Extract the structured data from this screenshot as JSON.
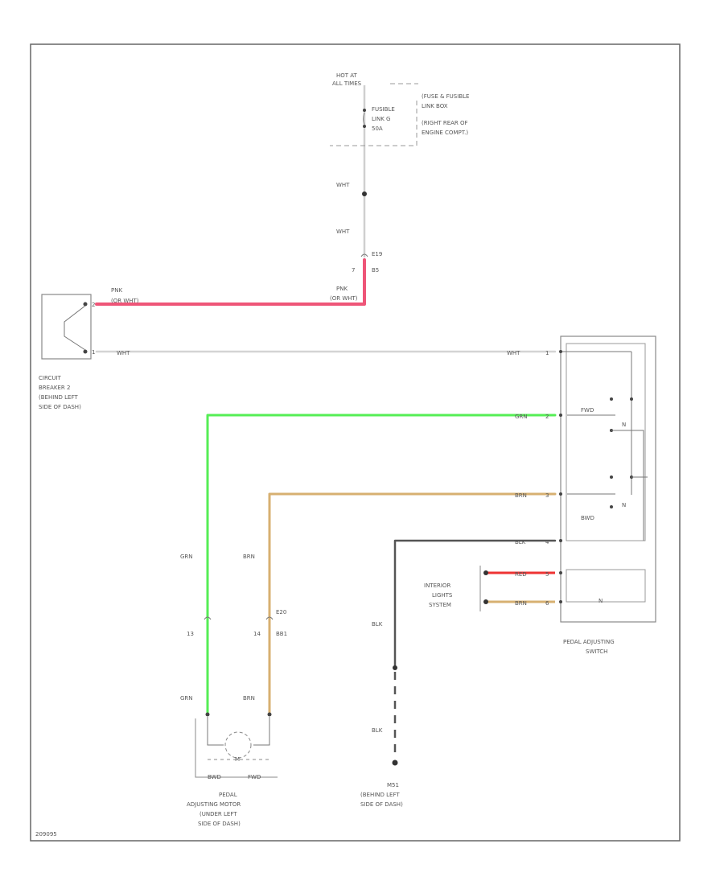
{
  "colors": {
    "pnk": "#ee5578",
    "wht": "#d4d4d4",
    "grn": "#55ee55",
    "brn": "#d7b071",
    "blk": "#555555",
    "red": "#ee3333",
    "frame": "#666666"
  },
  "top": {
    "hot_label_1": "HOT AT",
    "hot_label_2": "ALL TIMES",
    "fuse_name_1": "FUSIBLE",
    "fuse_name_2": "LINK G",
    "fuse_name_3": "50A",
    "fuse_box_1": "(FUSE & FUSIBLE",
    "fuse_box_2": "LINK BOX",
    "fuse_box_3": "(RIGHT REAR OF",
    "fuse_box_4": "ENGINE COMPT.)",
    "wire_1": "WHT",
    "wire_2": "WHT",
    "conn_id": "E19",
    "conn_pin_1": "7",
    "conn_pin_2": "B5"
  },
  "breaker": {
    "pin_top": "2",
    "pin_bottom": "1",
    "wire_top_1": "PNK",
    "wire_top_2": "(OR WHT)",
    "wire_right_1": "PNK",
    "wire_right_2": "(OR WHT)",
    "wire_bottom": "WHT",
    "label_1": "CIRCUIT",
    "label_2": "BREAKER 2",
    "label_3": "(BEHIND LEFT",
    "label_4": "SIDE OF DASH)"
  },
  "switch": {
    "wht": "WHT",
    "pin_wht": "1",
    "grn": "GRN",
    "pin_grn": "2",
    "brn": "BRN",
    "pin_brn": "3",
    "blk": "BLK",
    "pin_blk": "4",
    "red": "RED",
    "pin_red": "5",
    "brn2": "BRN",
    "pin_brn2": "6",
    "fwd": "FWD",
    "bwd": "BWD",
    "mark": "N",
    "label_1": "PEDAL ADJUSTING",
    "label_2": "SWITCH"
  },
  "interior": {
    "label_1": "INTERIOR",
    "label_2": "LIGHTS",
    "label_3": "SYSTEM"
  },
  "motor": {
    "wire_grn_1": "GRN",
    "wire_brn_1": "BRN",
    "conn_id": "E20",
    "pin_1": "13",
    "pin_2": "14",
    "pin_2b": "BB1",
    "wire_grn_2": "GRN",
    "wire_brn_2": "BRN",
    "m": "M",
    "bwd": "BWD",
    "fwd": "FWD",
    "label_1": "PEDAL",
    "label_2": "ADJUSTING MOTOR",
    "label_3": "(UNDER LEFT",
    "label_4": "SIDE OF DASH)"
  },
  "ground": {
    "wire_1": "BLK",
    "wire_2": "BLK",
    "label_1": "M51",
    "label_2": "(BEHIND LEFT",
    "label_3": "SIDE OF DASH)"
  },
  "footer": {
    "ref": "209095"
  }
}
